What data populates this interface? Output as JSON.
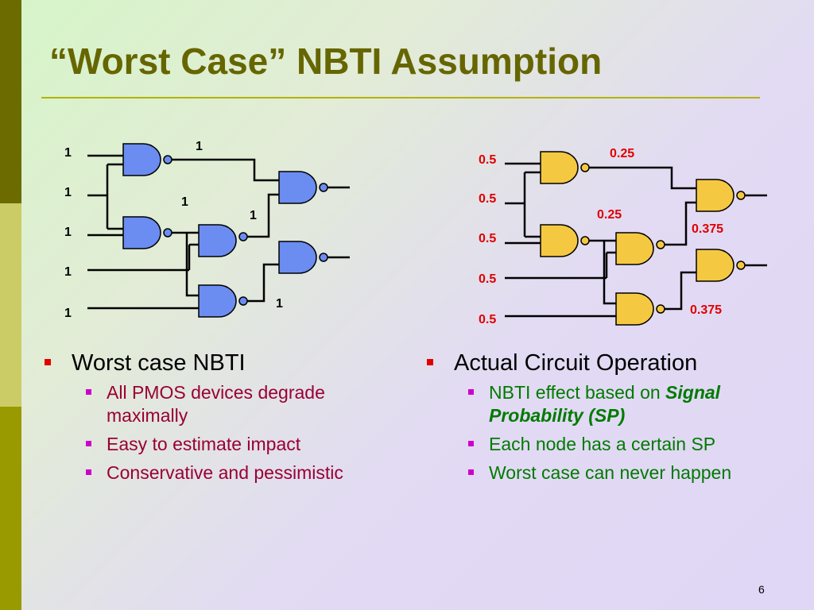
{
  "title": "“Worst Case” NBTI Assumption",
  "left_circuit": {
    "inputs": [
      "1",
      "1",
      "1",
      "1",
      "1"
    ],
    "node_labels": [
      "1",
      "1",
      "1",
      "1"
    ],
    "gate_color": "#6b8cf0"
  },
  "right_circuit": {
    "inputs": [
      "0.5",
      "0.5",
      "0.5",
      "0.5",
      "0.5"
    ],
    "node_labels": [
      "0.25",
      "0.25",
      "0.375",
      "0.375"
    ],
    "gate_color": "#f5c842"
  },
  "left_column": {
    "heading": "Worst case NBTI",
    "items": [
      "All PMOS devices degrade maximally",
      "Easy to estimate impact",
      "Conservative and pessimistic"
    ]
  },
  "right_column": {
    "heading": "Actual Circuit Operation",
    "items": [
      {
        "prefix": "NBTI effect based on ",
        "emph": "Signal Probability (SP)"
      },
      {
        "text": "Each node has a certain SP"
      },
      {
        "text": "Worst case can never happen"
      }
    ]
  },
  "page_number": "6",
  "colors": {
    "accent_title": "#666600",
    "bullet_main": "#e00000",
    "bullet_sub": "#cc00cc",
    "left_sub_text": "#990033",
    "right_sub_text": "#007a00",
    "label_red": "#e00000"
  }
}
